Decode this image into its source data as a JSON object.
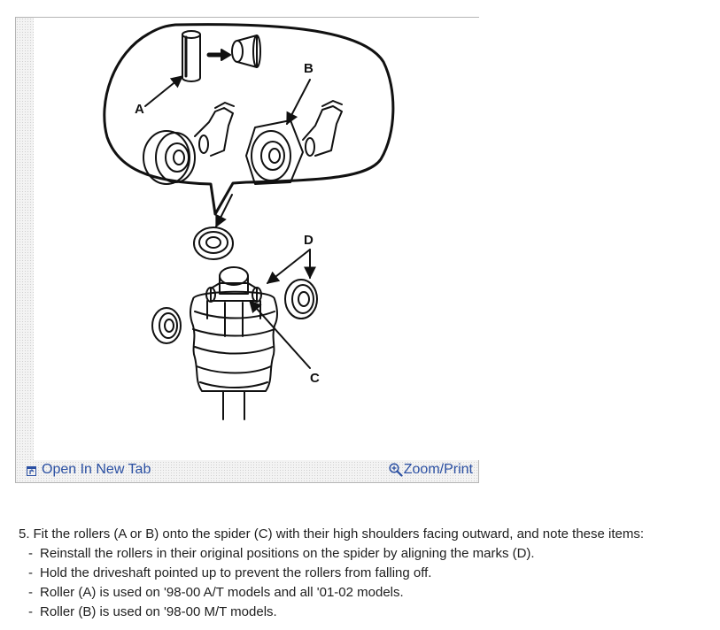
{
  "figure": {
    "callouts": {
      "a": "A",
      "b": "B",
      "c": "C",
      "d": "D"
    },
    "toolbar": {
      "open_label": "Open In New Tab",
      "open_icon": "open-in-new-tab-icon",
      "zoom_label": "Zoom/Print",
      "zoom_icon": "magnifier-icon",
      "link_color": "#2a4fa2"
    }
  },
  "instructions": {
    "step_number": "5.",
    "step_text": "Fit the rollers (A or B) onto the spider (C) with their high shoulders facing outward, and note these items:",
    "bullets": [
      "Reinstall the rollers in their original positions on the spider by aligning the marks (D).",
      "Hold the driveshaft pointed up to prevent the rollers from falling off.",
      "Roller (A) is used on '98-00 A/T models and all '01-02 models.",
      "Roller (B) is used on '98-00 M/T models."
    ]
  }
}
